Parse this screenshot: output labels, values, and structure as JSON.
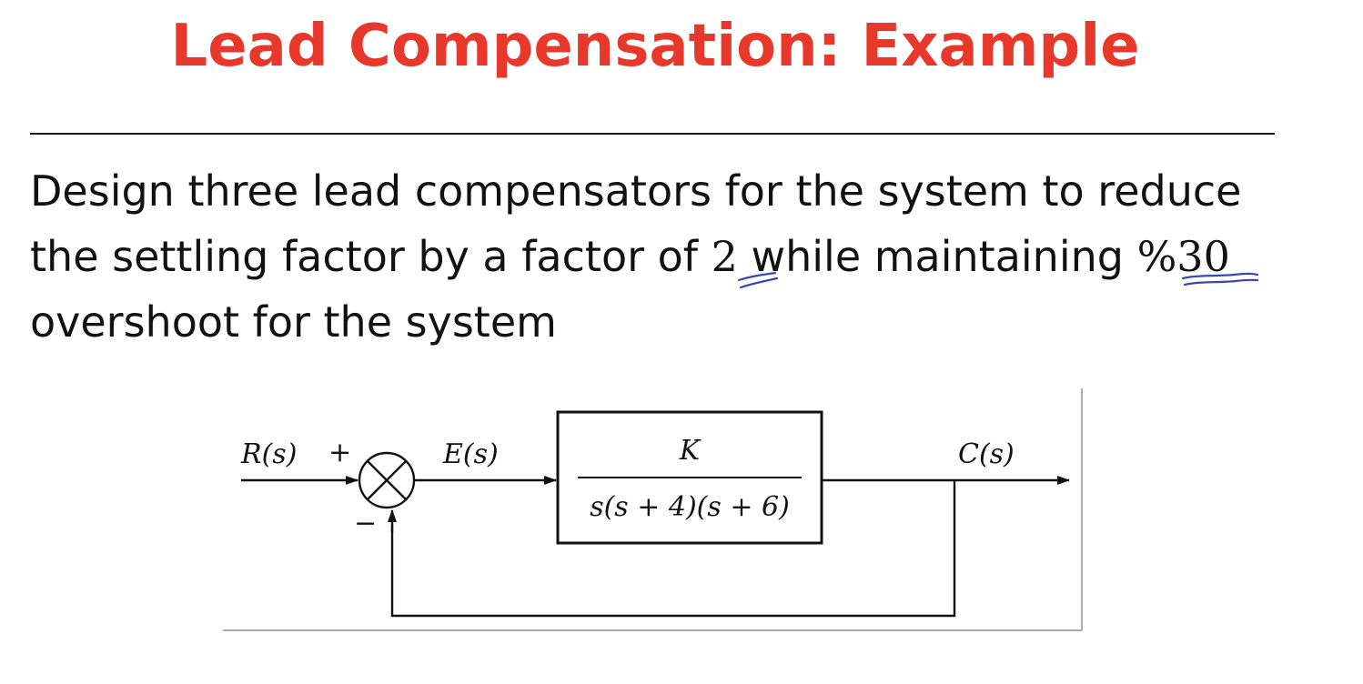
{
  "slide": {
    "title": "Lead Compensation: Example",
    "lines": [
      "Design three lead compensators for the system to reduce",
      "the settling factor by a factor of ",
      " while maintaining ",
      "overshoot for the system"
    ],
    "highlight_factor": "2",
    "highlight_overshoot": "%30"
  },
  "diagram": {
    "input_label": "R(s)",
    "plus_sign": "+",
    "minus_sign": "−",
    "error_label": "E(s)",
    "numerator": "K",
    "denominator": "s(s + 4)(s + 6)",
    "output_label": "C(s)"
  },
  "colors": {
    "title": "#e8382b",
    "text": "#111111",
    "annotation_ink": "#3b47b8"
  }
}
